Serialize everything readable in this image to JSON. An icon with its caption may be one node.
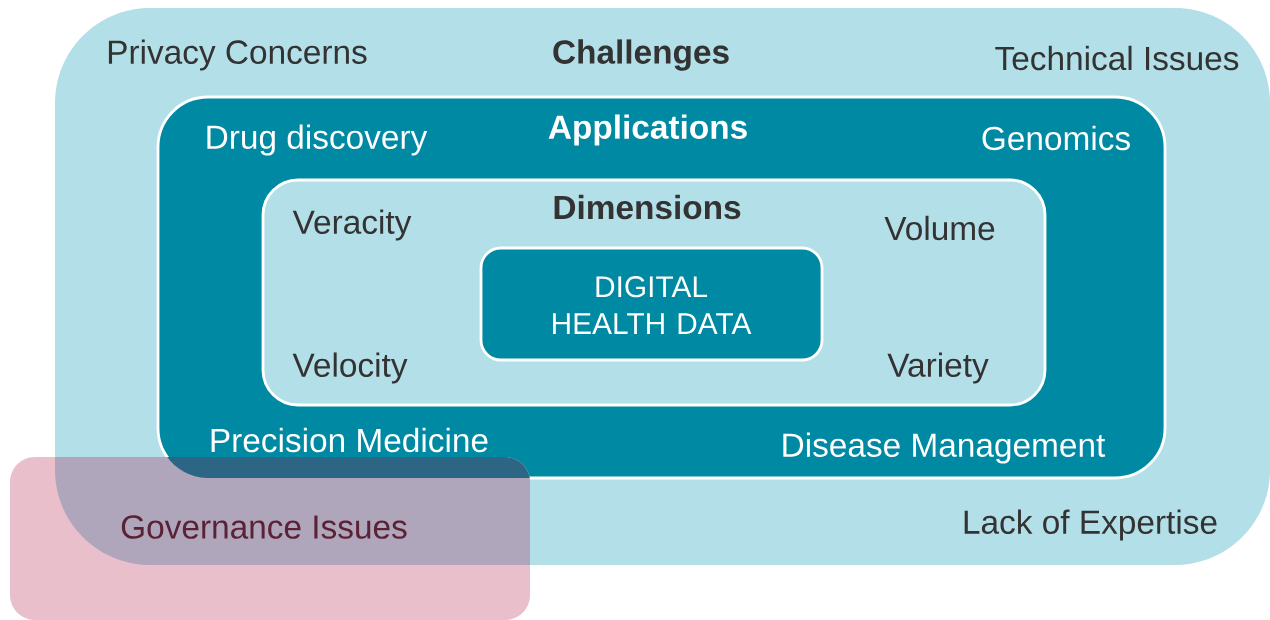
{
  "diagram": {
    "nodes": [
      {
        "text": [
          "Privacy Concerns",
          "Challenges",
          "Technical Issues",
          "Lack of Expertise"
        ]
      },
      {
        "text": [
          "Drug discovery",
          "Applications",
          "Genomics",
          "Precision Medicine",
          "Disease Management"
        ],
        "in": 0
      },
      {
        "text": [
          "Veracity",
          "Dimensions",
          "Volume",
          "Velocity",
          "Variety"
        ],
        "in": 1
      },
      {
        "text": [
          "DIGITAL HEALTH DATA"
        ],
        "in": 2
      },
      {
        "text": [
          "Governance Issues"
        ]
      }
    ]
  }
}
